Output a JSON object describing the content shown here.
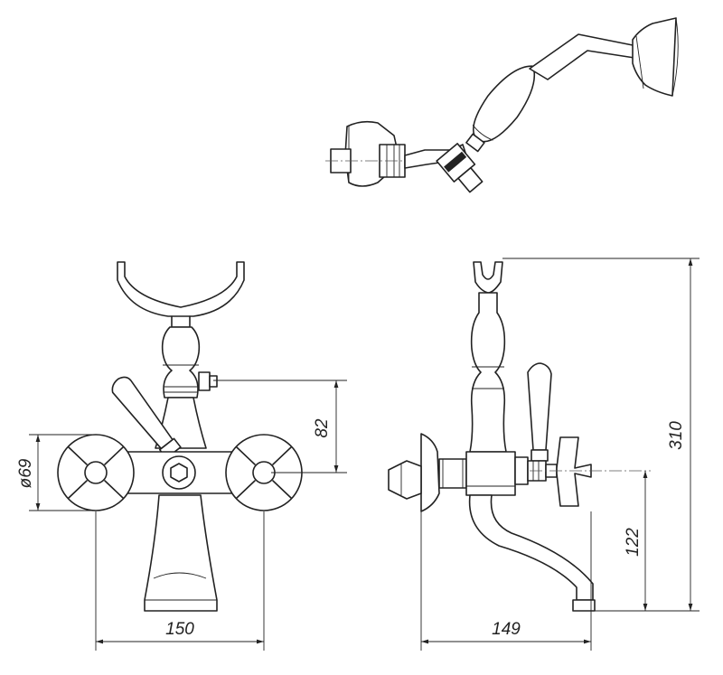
{
  "dimensions": {
    "width_150": "150",
    "width_149": "149",
    "height_310": "310",
    "height_122": "122",
    "height_82": "82",
    "diameter_69": "ø69"
  }
}
